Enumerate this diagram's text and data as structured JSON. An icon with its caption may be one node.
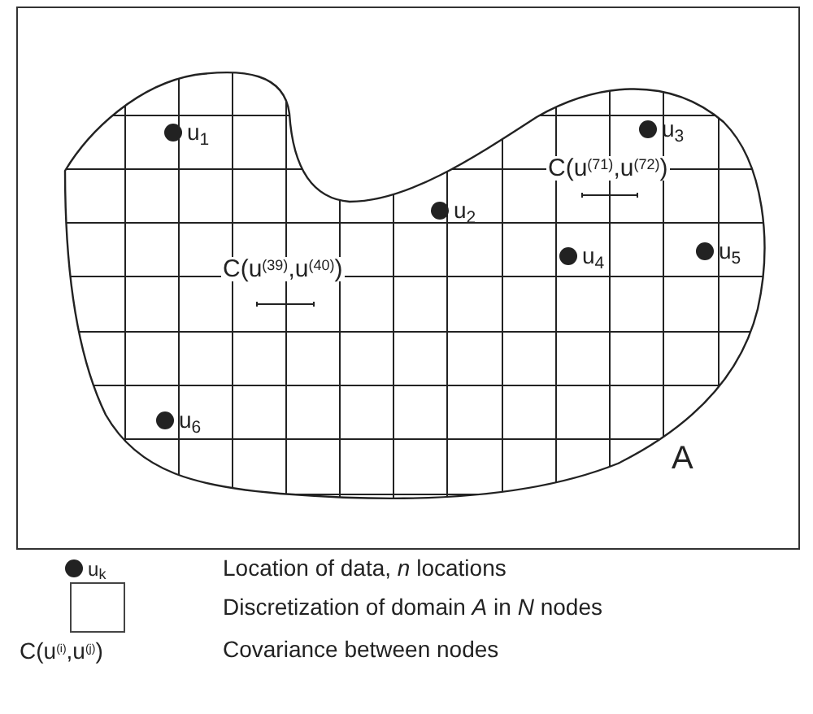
{
  "diagram": {
    "nodes": [
      {
        "text": [
          "A"
        ]
      },
      {
        "text": [
          "u$_{1}$"
        ],
        "in": 0
      },
      {
        "text": [
          "u$_{2}$"
        ],
        "in": 0
      },
      {
        "text": [
          "u$_{3}$"
        ],
        "in": 0
      },
      {
        "text": [
          "u$_{4}$"
        ],
        "in": 0
      },
      {
        "text": [
          "u$_{5}$"
        ],
        "in": 0
      },
      {
        "text": [
          "u$_{6}$"
        ],
        "in": 0
      }
    ],
    "edges": [],
    "labels": [
      "C(u$^{(71)}$,u$^{(72)}$)",
      "C(u$^{(39)}$,u$^{(40)}$)",
      "u$_{k}$",
      "C(u$^{(i)}$,u$^{(j)}$)"
    ],
    "legend": [
      {
        "text": "Location of data, *n* locations"
      },
      {
        "text": "Discretization of domain *A* in *N* nodes"
      },
      {
        "text": "Covariance between nodes"
      }
    ]
  }
}
